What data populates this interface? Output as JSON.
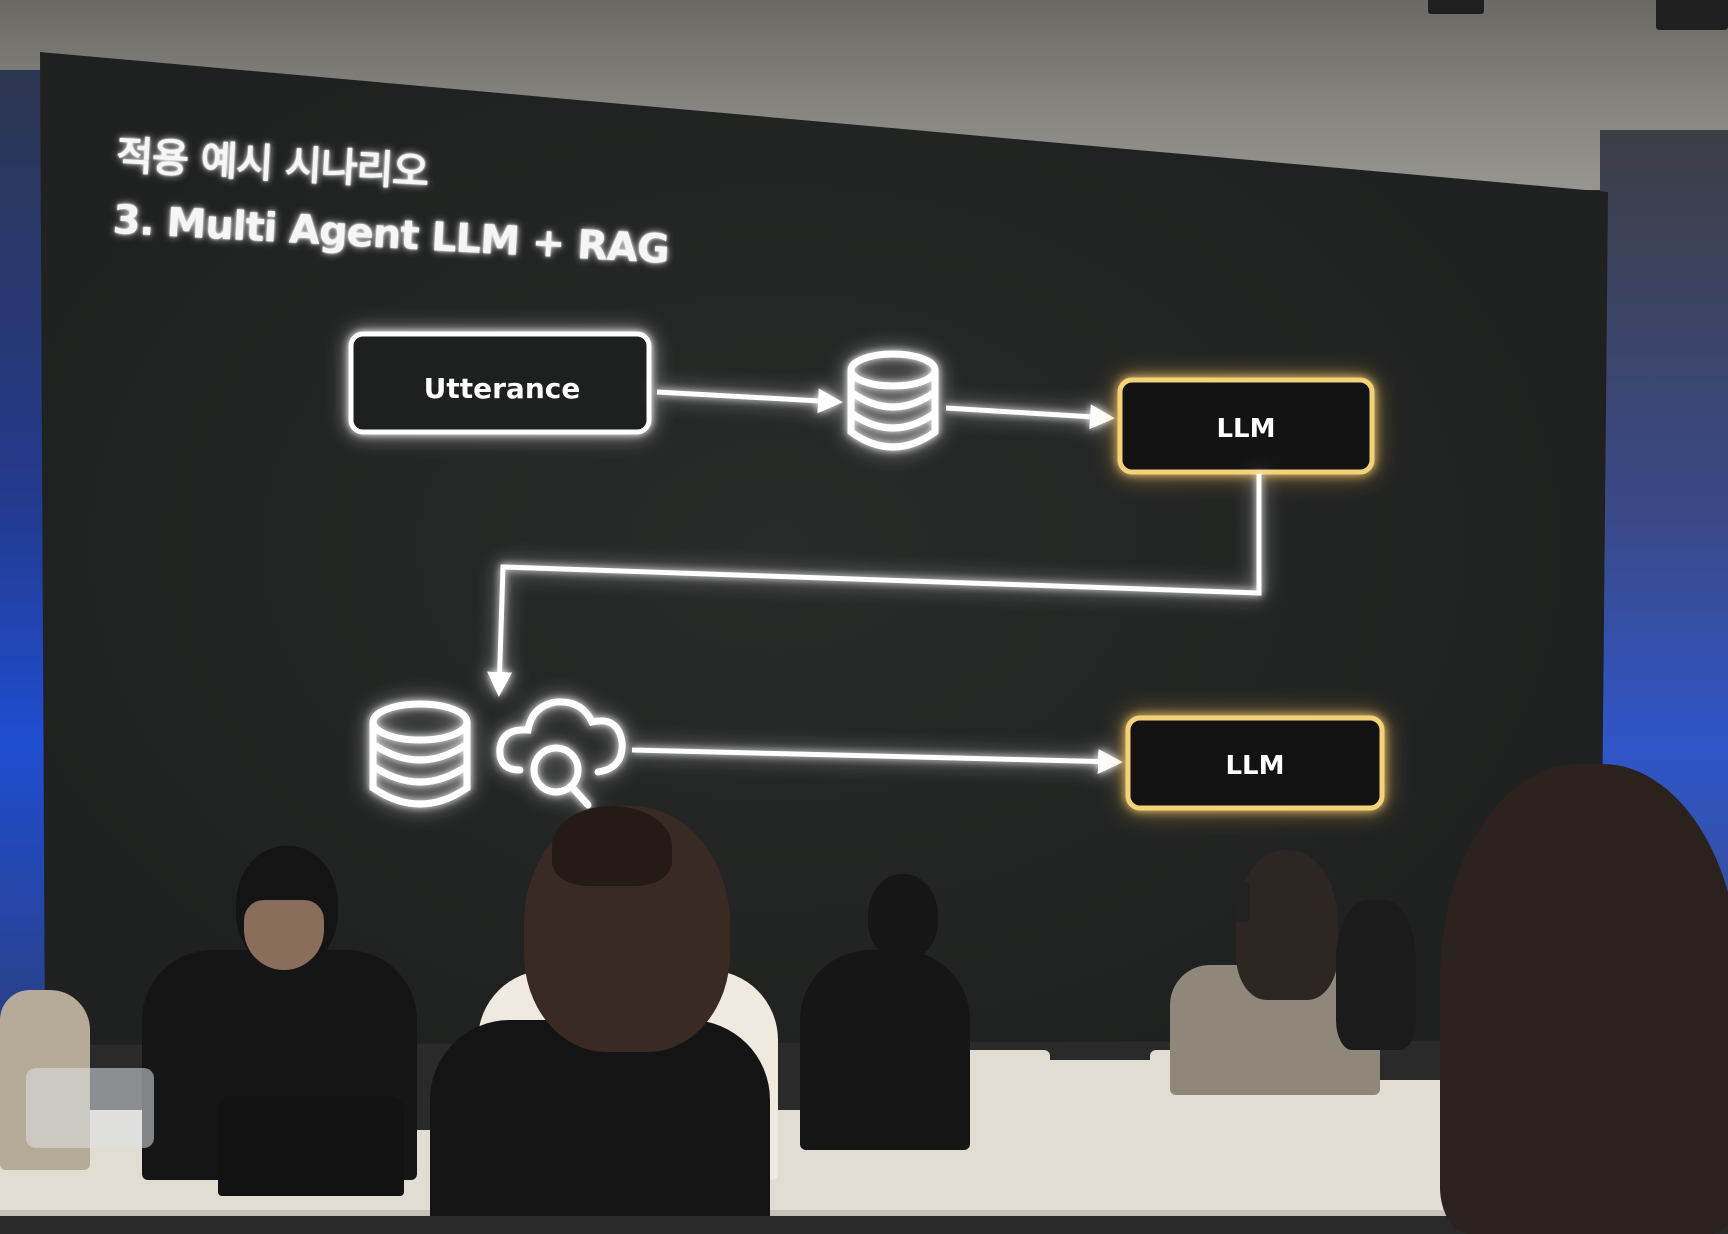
{
  "slide": {
    "title_line1": "적용 예시 시나리오",
    "title_line2": "3. Multi Agent LLM + RAG"
  },
  "diagram": {
    "input_label": "Utterance",
    "llm_label_top": "LLM",
    "llm_label_bottom": "LLM",
    "icons": [
      "database-icon",
      "database-icon",
      "cloud-search-icon"
    ],
    "colors": {
      "screen_background": "#1f2120",
      "line_white": "#ffffff",
      "llm_border_gold": "#f3d27a"
    }
  }
}
